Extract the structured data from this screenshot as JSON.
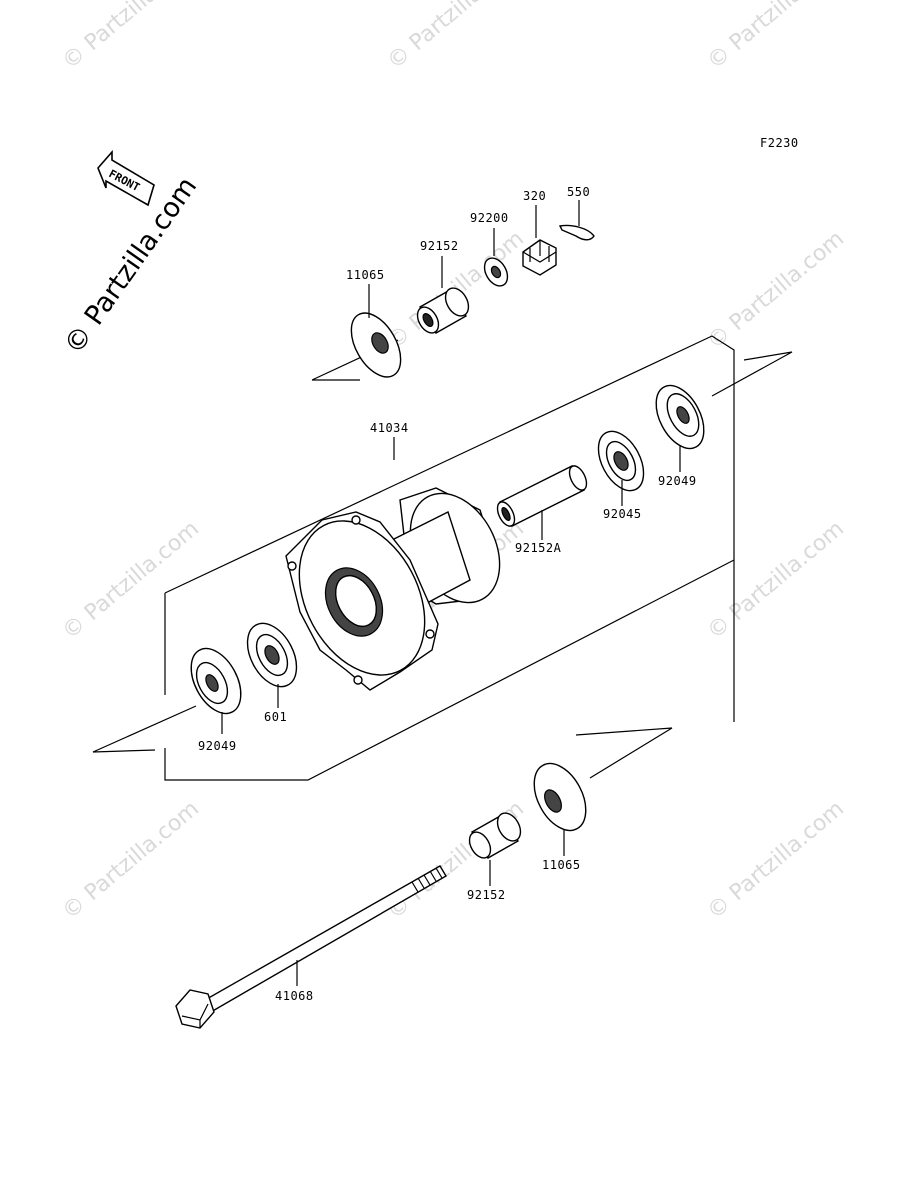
{
  "diagram_code": "F2230",
  "front_label": "FRONT",
  "logo_text": "© Partzilla.com",
  "watermark_text": "© Partzilla.com",
  "parts": {
    "p11065_top": "11065",
    "p92152_top": "92152",
    "p92200": "92200",
    "p320": "320",
    "p550": "550",
    "p41034": "41034",
    "p92049_right": "92049",
    "p92045": "92045",
    "p92152A": "92152A",
    "p92049_left": "92049",
    "p601": "601",
    "p11065_bottom": "11065",
    "p92152_bottom": "92152",
    "p41068": "41068"
  }
}
